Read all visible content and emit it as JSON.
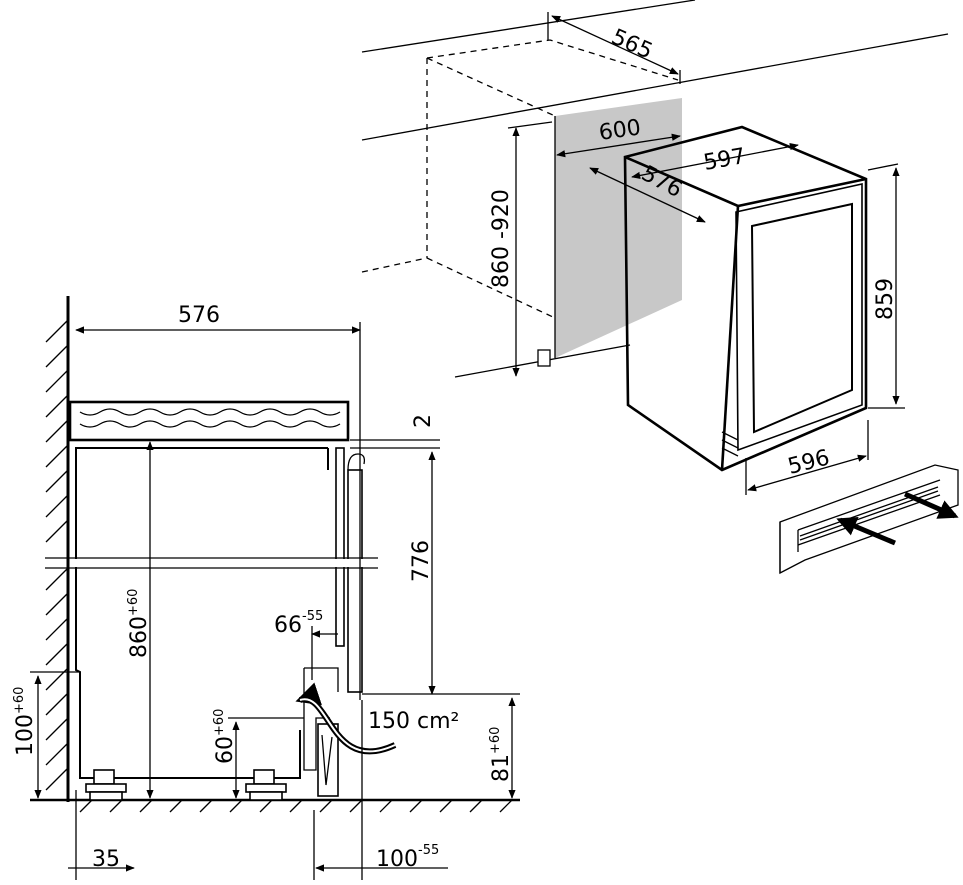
{
  "top_view": {
    "niche_depth": "565",
    "niche_width": "600",
    "niche_height": "860 -920",
    "appliance_width": "597",
    "appliance_depth": "576",
    "appliance_height": "859",
    "plinth_width": "596"
  },
  "section_view": {
    "depth": "576",
    "gap": "2",
    "height_above_vent": "776",
    "height": "860",
    "height_sup": "+60",
    "inset": "66",
    "inset_sup": "-55",
    "vent_area": "150 cm²",
    "left_height": "100",
    "left_height_sup": "+60",
    "foot_height": "60",
    "foot_height_sup": "+60",
    "plinth_height": "81",
    "plinth_height_sup": "+60",
    "front_offset": "35",
    "plinth_depth": "100",
    "plinth_depth_sup": "-55"
  },
  "colors": {
    "line": "#000000",
    "niche_fill": "#c8c8c8",
    "background": "#ffffff"
  }
}
